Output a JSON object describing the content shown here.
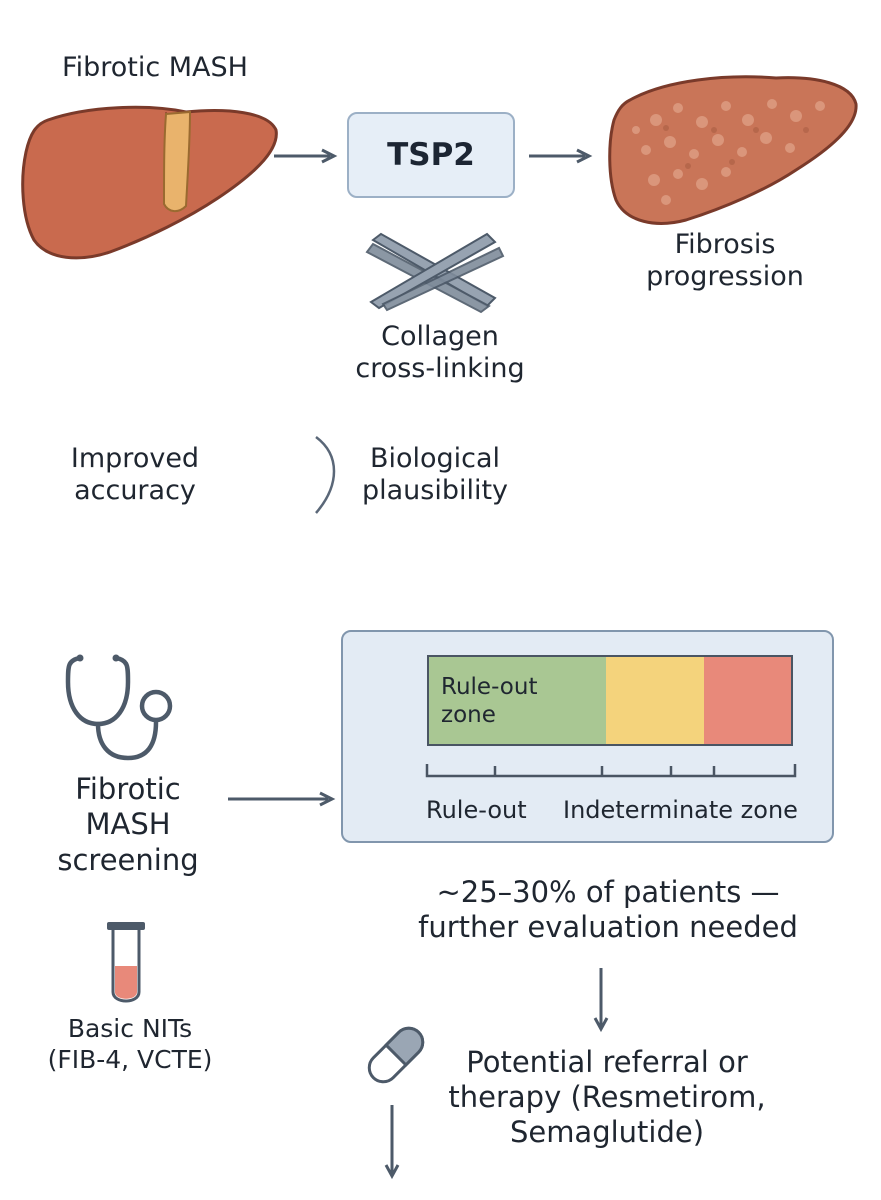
{
  "top": {
    "title": "Fibrotic MASH",
    "center_box": "TSP2",
    "result_line1": "Fibrosis",
    "result_line2": "progression",
    "mechanism_line1": "Collagen",
    "mechanism_line2": "cross-linking",
    "left_benefit_line1": "Improved",
    "left_benefit_line2": "accuracy",
    "right_benefit_line1": "Biological",
    "right_benefit_line2": "plausibility"
  },
  "bottom": {
    "screening_line1": "Fibrotic",
    "screening_line2": "MASH",
    "screening_line3": "screening",
    "nits_line1": "Basic NITs",
    "nits_line2": "(FIB-4, VCTE)",
    "zone_bar": {
      "green_label_line1": "Rule-out",
      "green_label_line2": "zone",
      "scale_left": "Rule-out",
      "scale_right": "Indeterminate zone"
    },
    "patients_line1": "~25–30% of patients —",
    "patients_line2": "further evaluation needed",
    "referral_line1": "Potential referral or",
    "referral_line2": "therapy (Resmetirom,",
    "referral_line3": "Semaglutide)"
  },
  "colors": {
    "liver": "#c96a4e",
    "liver_dark": "#7a3a2a",
    "gallbladder": "#e9b36c",
    "arrow": "#4d5a69",
    "box_fill": "#e6eef7",
    "panel_fill": "#e3ebf4",
    "zone_green": "#a9c793",
    "zone_yellow": "#f4d37c",
    "zone_red": "#e8897a"
  }
}
